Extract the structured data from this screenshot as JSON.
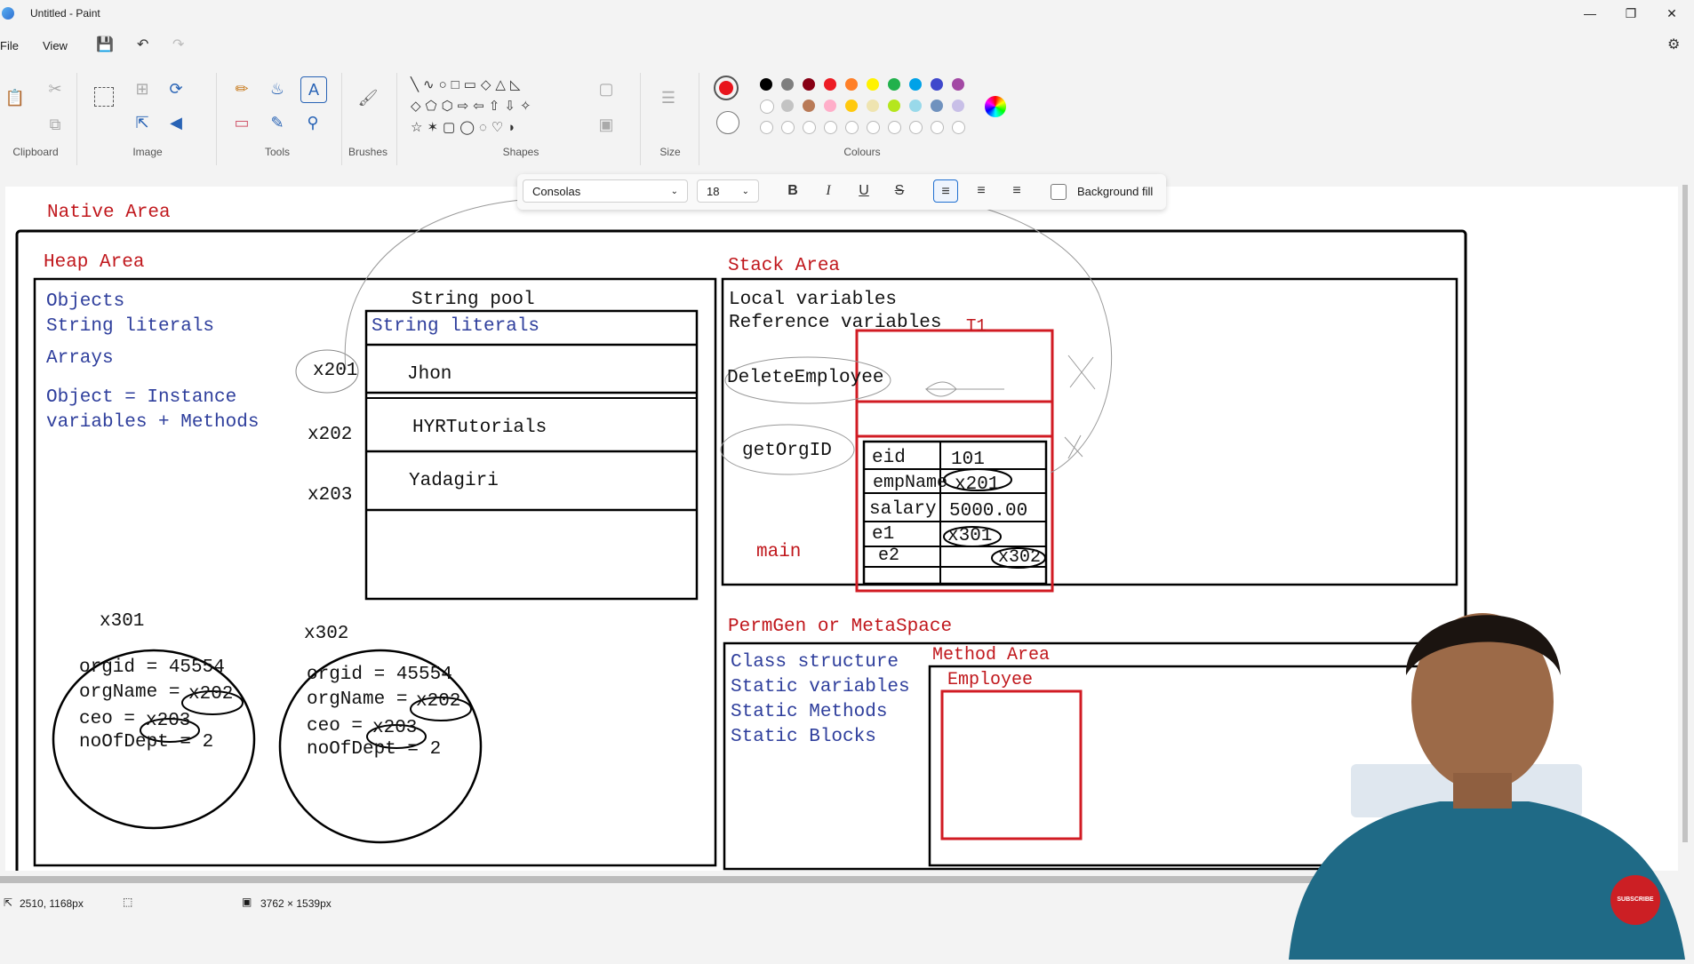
{
  "window": {
    "title": "Untitled - Paint"
  },
  "menu": {
    "file": "File",
    "view": "View"
  },
  "ribbon": {
    "groups": {
      "clipboard": "Clipboard",
      "image": "Image",
      "tools": "Tools",
      "brushes": "Brushes",
      "shapes": "Shapes",
      "size": "Size",
      "colours": "Colours"
    }
  },
  "colors": {
    "primary": "#e8141c",
    "palette_row1": [
      "#000000",
      "#7f7f7f",
      "#880015",
      "#ed1c24",
      "#ff7f27",
      "#fff200",
      "#22b14c",
      "#00a2e8",
      "#3f48cc",
      "#a349a4"
    ],
    "palette_row2": [
      "#ffffff",
      "#c3c3c3",
      "#b97a57",
      "#ffaec9",
      "#ffc90e",
      "#efe4b0",
      "#b5e61d",
      "#99d9ea",
      "#7092be",
      "#c8bfe7"
    ]
  },
  "textbar": {
    "font": "Consolas",
    "size": "18",
    "bold": "B",
    "italic": "I",
    "underline": "U",
    "strike": "S",
    "background_fill": "Background fill"
  },
  "canvas": {
    "native_area": "Native Area",
    "heap": {
      "title": "Heap Area",
      "items": [
        "Objects",
        "String literals",
        "Arrays"
      ],
      "object_def_1": "Object = Instance",
      "object_def_2": "variables + Methods",
      "pool_title": "String pool",
      "pool_header": "String literals",
      "addresses": [
        "x201",
        "x202",
        "x203"
      ],
      "pool_values": [
        "Jhon",
        "HYRTutorials",
        "Yadagiri"
      ],
      "obj1": {
        "addr": "x301",
        "orgid": "orgid = 45554",
        "orgName": "orgName =",
        "orgName_ref": "x202",
        "ceo": "ceo =",
        "ceo_ref": "x203",
        "dept": "noOfDept = 2"
      },
      "obj2": {
        "addr": "x302",
        "orgid": "orgid = 45554",
        "orgName": "orgName =",
        "orgName_ref": "x202",
        "ceo": "ceo =",
        "ceo_ref": "x203",
        "dept": "noOfDept = 2"
      }
    },
    "stack": {
      "title": "Stack Area",
      "local": "Local variables",
      "reference": "Reference variables",
      "thread": "T1",
      "frames": [
        "DeleteEmployee",
        "getOrgID",
        "main"
      ],
      "rows": [
        {
          "name": "eid",
          "value": "101"
        },
        {
          "name": "empName",
          "value": "x201"
        },
        {
          "name": "salary",
          "value": "5000.00"
        },
        {
          "name": "e1",
          "value": "x301"
        },
        {
          "name": "e2",
          "value": "x302"
        }
      ]
    },
    "permgen": {
      "title": "PermGen or MetaSpace",
      "items": [
        "Class structure",
        "Static variables",
        "Static Methods",
        "Static Blocks"
      ],
      "method_area": "Method Area",
      "class_name": "Employee"
    }
  },
  "status": {
    "cursor": "2510, 1168px",
    "canvas_size": "3762 × 1539px"
  },
  "overlay": {
    "subscribe": "SUBSCRIBE"
  }
}
